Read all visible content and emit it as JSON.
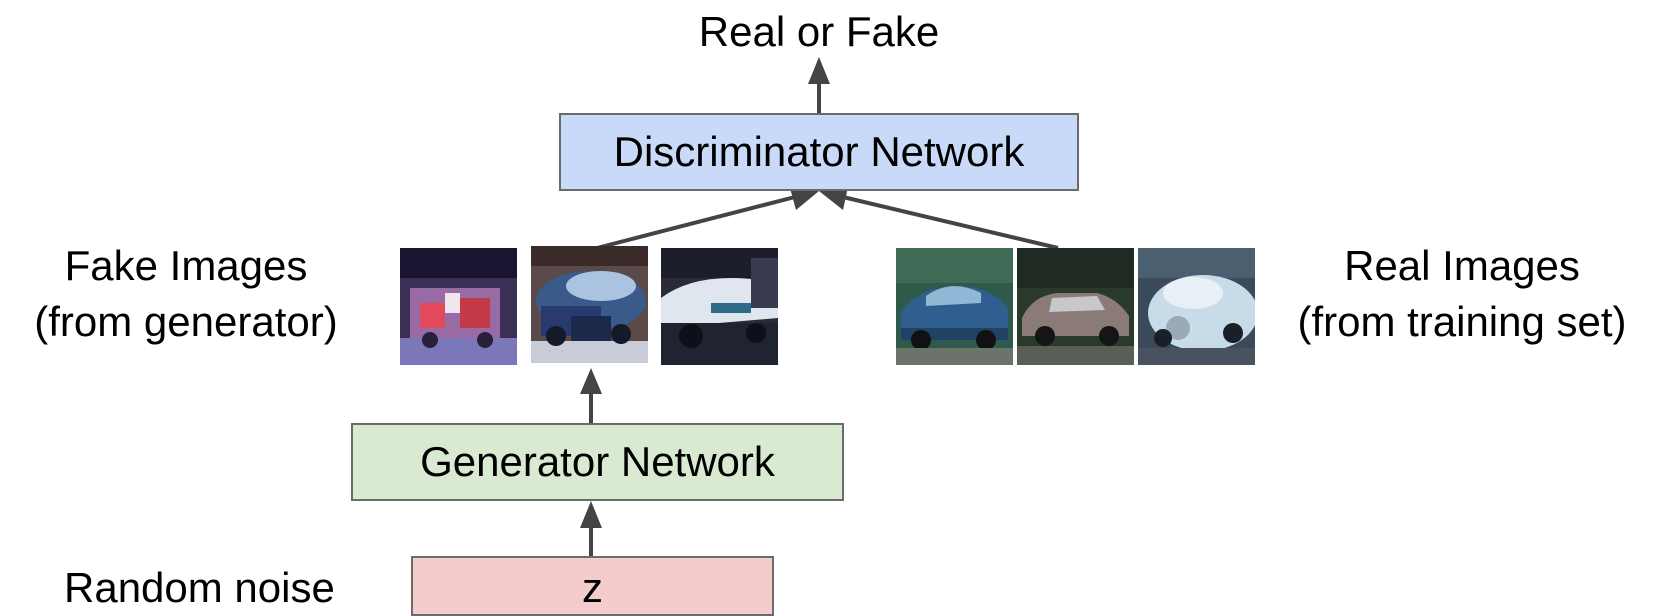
{
  "title": "Real or Fake",
  "discriminator": {
    "label": "Discriminator Network",
    "color": "#c9daf8"
  },
  "generator": {
    "label": "Generator Network",
    "color": "#d9ead3"
  },
  "noise": {
    "label": "Random noise",
    "box_label": "z",
    "color": "#f4cccc"
  },
  "fake_images": {
    "line1": "Fake Images",
    "line2": "(from generator)"
  },
  "real_images": {
    "line1": "Real Images",
    "line2": "(from training set)"
  },
  "colors": {
    "arrow": "#444444",
    "box_border": "#6b6b6b"
  }
}
